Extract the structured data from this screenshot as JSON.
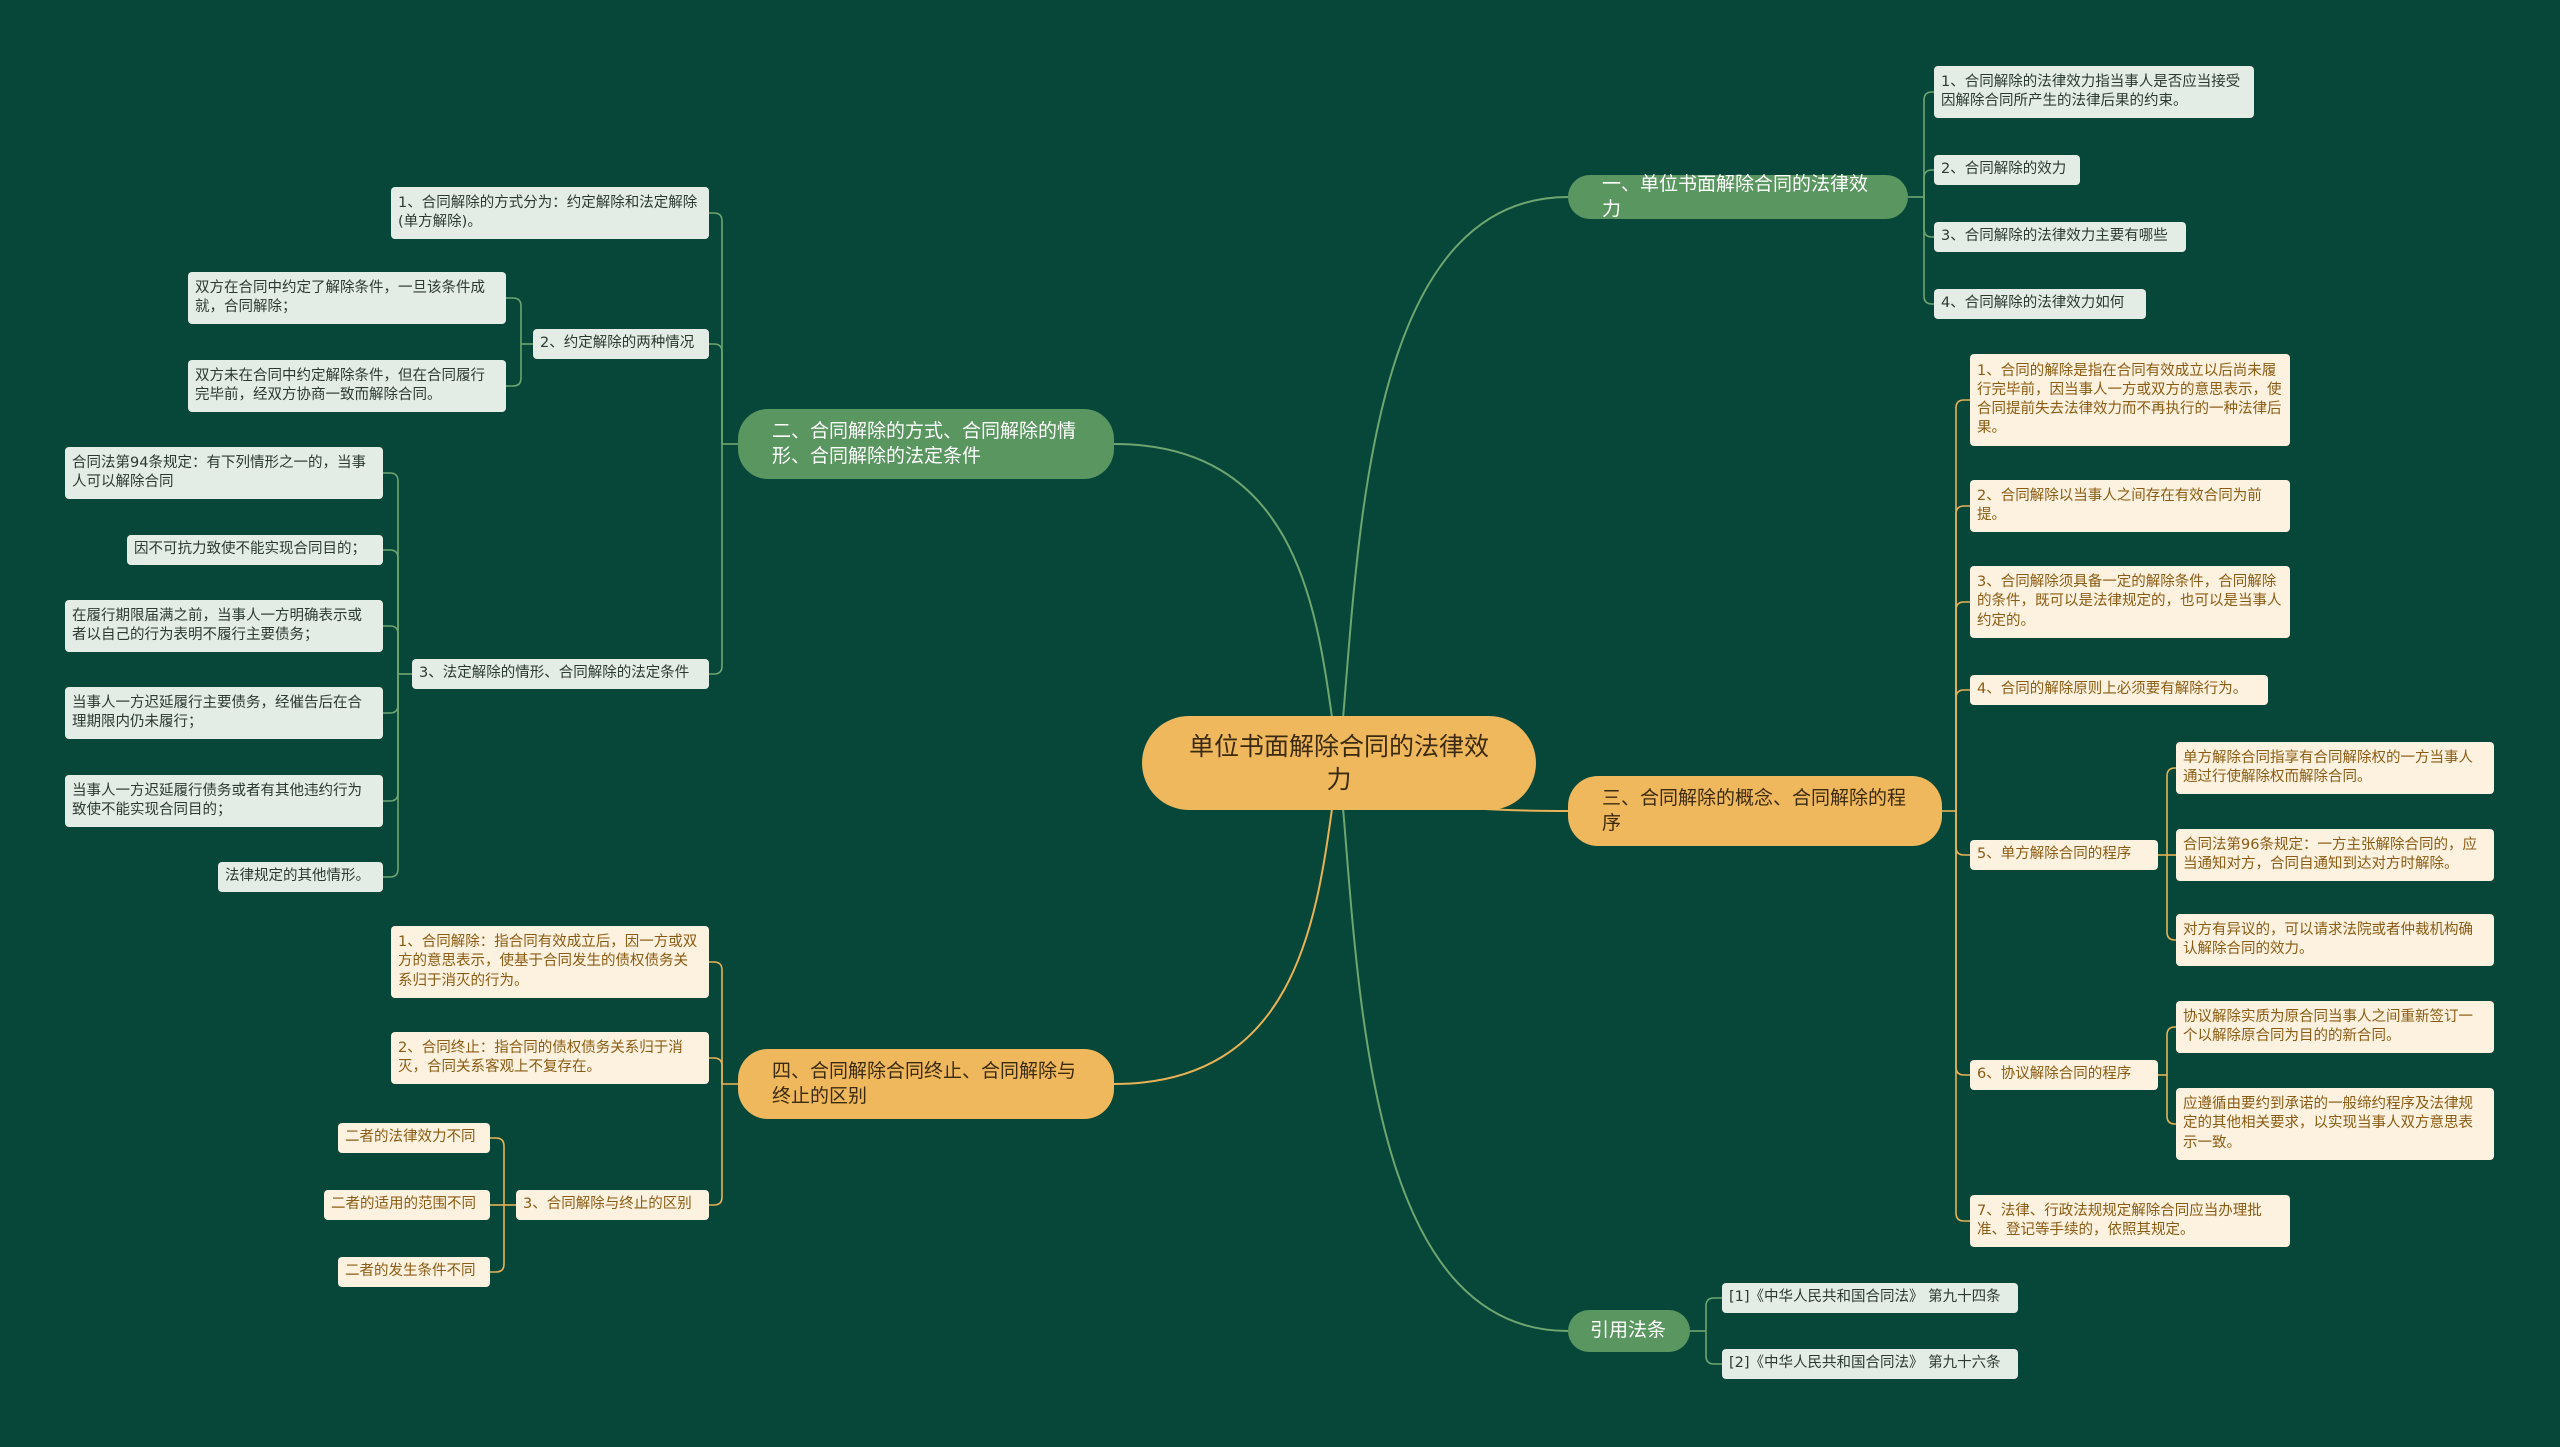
{
  "root": "单位书面解除合同的法律效力",
  "b1": {
    "label": "一、单位书面解除合同的法律效力",
    "items": [
      "1、合同解除的法律效力指当事人是否应当接受因解除合同所产生的法律后果的约束。",
      "2、合同解除的效力",
      "3、合同解除的法律效力主要有哪些",
      "4、合同解除的法律效力如何"
    ]
  },
  "b2": {
    "label": "二、合同解除的方式、合同解除的情形、合同解除的法定条件",
    "c1": "1、合同解除的方式分为：约定解除和法定解除(单方解除)。",
    "c2": {
      "label": "2、约定解除的两种情况",
      "items": [
        "双方在合同中约定了解除条件，一旦该条件成就，合同解除；",
        "双方未在合同中约定解除条件，但在合同履行完毕前，经双方协商一致而解除合同。"
      ]
    },
    "c3": {
      "label": "3、法定解除的情形、合同解除的法定条件",
      "items": [
        "合同法第94条规定：有下列情形之一的，当事人可以解除合同",
        "因不可抗力致使不能实现合同目的；",
        "在履行期限届满之前，当事人一方明确表示或者以自己的行为表明不履行主要债务；",
        "当事人一方迟延履行主要债务，经催告后在合理期限内仍未履行；",
        "当事人一方迟延履行债务或者有其他违约行为致使不能实现合同目的；",
        "法律规定的其他情形。"
      ]
    }
  },
  "b3": {
    "label": "三、合同解除的概念、合同解除的程序",
    "c1": "1、合同的解除是指在合同有效成立以后尚未履行完毕前，因当事人一方或双方的意思表示，使合同提前失去法律效力而不再执行的一种法律后果。",
    "c2": "2、合同解除以当事人之间存在有效合同为前提。",
    "c3": "3、合同解除须具备一定的解除条件，合同解除的条件，既可以是法律规定的，也可以是当事人约定的。",
    "c4": "4、合同的解除原则上必须要有解除行为。",
    "c5": {
      "label": "5、单方解除合同的程序",
      "items": [
        "单方解除合同指享有合同解除权的一方当事人通过行使解除权而解除合同。",
        "合同法第96条规定：一方主张解除合同的，应当通知对方，合同自通知到达对方时解除。",
        "对方有异议的，可以请求法院或者仲裁机构确认解除合同的效力。"
      ]
    },
    "c6": {
      "label": "6、协议解除合同的程序",
      "items": [
        "协议解除实质为原合同当事人之间重新签订一个以解除原合同为目的的新合同。",
        "应遵循由要约到承诺的一般缔约程序及法律规定的其他相关要求，以实现当事人双方意思表示一致。"
      ]
    },
    "c7": "7、法律、行政法规规定解除合同应当办理批准、登记等手续的，依照其规定。"
  },
  "b4": {
    "label": "四、合同解除合同终止、合同解除与终止的区别",
    "c1": "1、合同解除：指合同有效成立后，因一方或双方的意思表示，使基于合同发生的债权债务关系归于消灭的行为。",
    "c2": "2、合同终止：指合同的债权债务关系归于消灭，合同关系客观上不复存在。",
    "c3": {
      "label": "3、合同解除与终止的区别",
      "items": [
        "二者的法律效力不同",
        "二者的适用的范围不同",
        "二者的发生条件不同"
      ]
    }
  },
  "b5": {
    "label": "引用法条",
    "items": [
      "[1]《中华人民共和国合同法》 第九十四条",
      "[2]《中华人民共和国合同法》 第九十六条"
    ]
  },
  "colors": {
    "background": "#07473a",
    "green_branch": "#5a9660",
    "gold_branch": "#f0b85c",
    "green_leaf": "#e4ede5",
    "gold_leaf": "#fdf2df",
    "green_line": "#6fa56f",
    "gold_line": "#e8b255"
  }
}
